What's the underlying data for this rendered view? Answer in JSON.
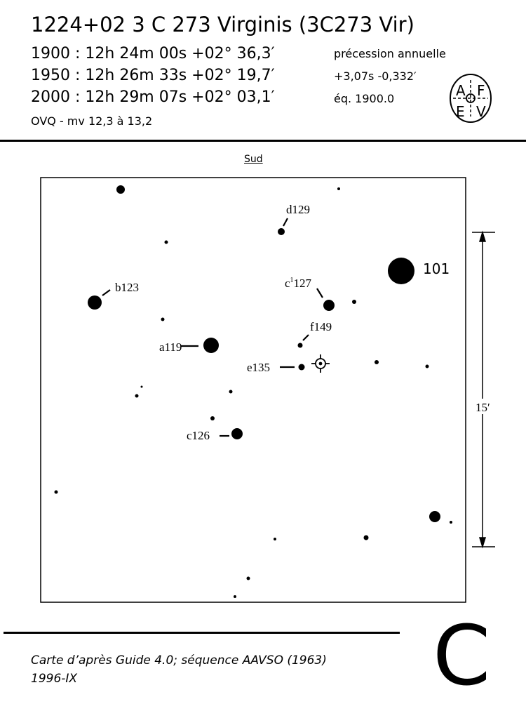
{
  "header": {
    "title": "1224+02 3 C 273 Virginis (3C273 Vir)",
    "coords": [
      "1900 : 12h 24m 00s  +02° 36,3′",
      "1950 : 12h 26m 33s  +02° 19,7′",
      "2000 : 12h 29m 07s  +02° 03,1′"
    ],
    "precession": [
      "précession annuelle",
      "+3,07s  -0,332′",
      "éq. 1900.0"
    ],
    "ovq": "OVQ - mv 12,3 à 13,2",
    "logo_letters": [
      "A",
      "F",
      "E",
      "V"
    ]
  },
  "chart": {
    "orientation_label": "Sud",
    "scale_label": "15′",
    "labels": {
      "d129": "d129",
      "m101": "101",
      "b123": "b123",
      "c1127_letter": "c",
      "c1127_sup": "1",
      "c1127_num": "127",
      "a119": "a119",
      "f149": "f149",
      "e135": "e135",
      "c126": "c126"
    }
  },
  "footer": {
    "line1": "Carte d’après Guide 4.0; séquence AAVSO (1963)",
    "line2": "1996-IX",
    "sequence_letter": "C"
  }
}
